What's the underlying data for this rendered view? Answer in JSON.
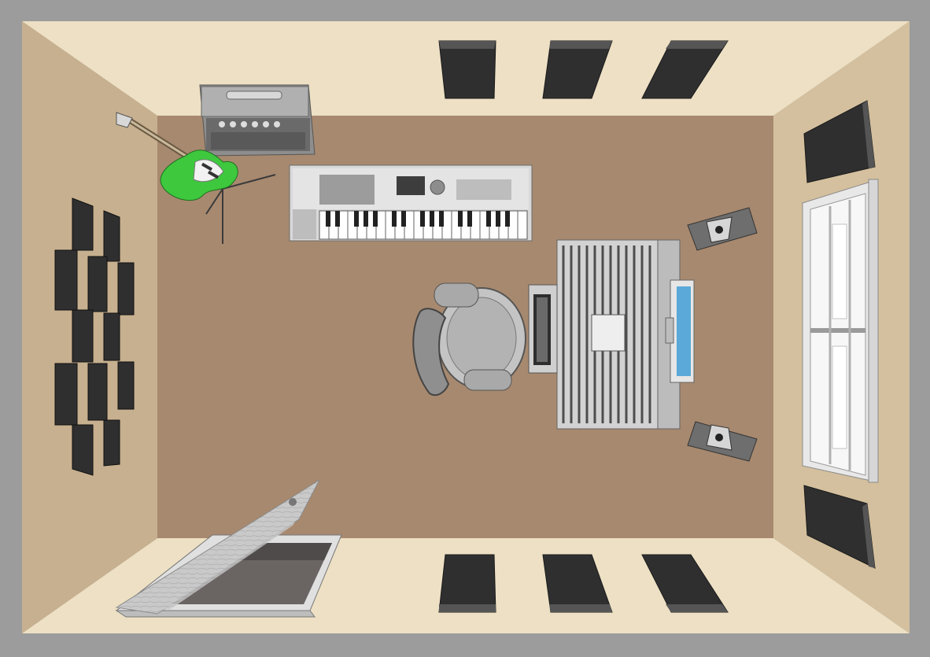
{
  "scene": {
    "colors": {
      "border": "#9c9c9c",
      "wall_top": "#ede0c4",
      "wall_side": "#c7b08f",
      "floor": "#a7896f",
      "foam": "#2f2f30",
      "guitar": "#3ec83e",
      "monitor_screen": "#5aa9d8",
      "gear": "#d9d9d9"
    },
    "objects": [
      {
        "name": "acoustic-panel-top-1"
      },
      {
        "name": "acoustic-panel-top-2"
      },
      {
        "name": "acoustic-panel-top-3"
      },
      {
        "name": "acoustic-panel-bottom-1"
      },
      {
        "name": "acoustic-panel-bottom-2"
      },
      {
        "name": "acoustic-panel-bottom-3"
      },
      {
        "name": "acoustic-panel-right-upper"
      },
      {
        "name": "acoustic-panel-right-lower"
      },
      {
        "name": "checkerboard-diffuser-left-wall"
      },
      {
        "name": "guitar-amplifier"
      },
      {
        "name": "electric-guitar"
      },
      {
        "name": "guitar-stand"
      },
      {
        "name": "synthesizer-keyboard"
      },
      {
        "name": "mixing-console"
      },
      {
        "name": "computer-monitor"
      },
      {
        "name": "computer-keyboard"
      },
      {
        "name": "office-chair"
      },
      {
        "name": "studio-monitor-speaker-upper"
      },
      {
        "name": "studio-monitor-speaker-lower"
      },
      {
        "name": "window"
      },
      {
        "name": "floor-hatch-door"
      }
    ]
  }
}
